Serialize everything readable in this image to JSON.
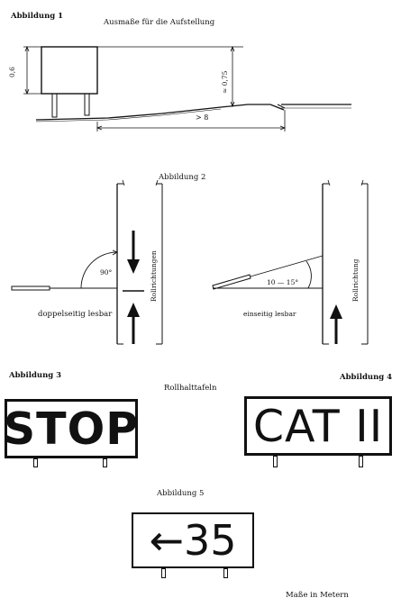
{
  "figure1": {
    "label": "Abbildung 1",
    "caption": "Ausmaße für die Aufstellung",
    "dim_height": "0,6",
    "dim_clearance": "≈ 0,75",
    "dim_distance": "> 8"
  },
  "figure2": {
    "label": "Abbildung 2",
    "angle_right": "90°",
    "angle_range": "10 — 15°",
    "caption_left": "doppelseitig lesbar",
    "caption_right": "einseitig lesbar",
    "vertical_left": "Rollrichtungen",
    "vertical_right": "Rollrichtung"
  },
  "figure3": {
    "label": "Abbildung 3",
    "sign_text": "STOP"
  },
  "figure4": {
    "label": "Abbildung 4",
    "sign_text": "CAT II"
  },
  "center_caption": "Rollhalttafeln",
  "figure5": {
    "label": "Abbildung 5",
    "sign_text": "←35"
  },
  "footer": "Maße in Metern"
}
